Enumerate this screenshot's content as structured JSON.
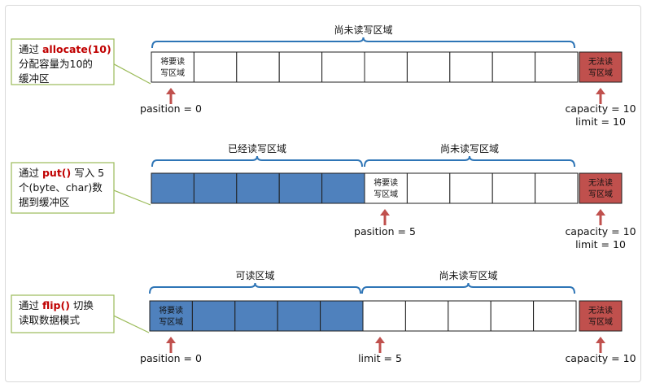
{
  "colors": {
    "brace": "#2e75b6",
    "filled": "#4f81bd",
    "locked": "#c0504d",
    "arrow": "#c0504d",
    "note_border": "#9bbb59",
    "highlight_text": "#c00000"
  },
  "rows": [
    {
      "note": {
        "pre": "通过 ",
        "code": "allocate(10)",
        "post": "分配容量为10的缓冲区"
      },
      "note_lines": [
        [
          {
            "t": "通过 "
          },
          {
            "t": "allocate(10)",
            "red": true
          }
        ],
        [
          {
            "t": "分配容量为10的"
          }
        ],
        [
          {
            "t": "缓冲区"
          }
        ]
      ],
      "braces": [
        {
          "label": "尚未读写区域"
        }
      ],
      "first_cell": {
        "line1": "将要读",
        "line2": "写区域"
      },
      "filled_cells": 0,
      "locked_cell": {
        "line1": "无法读",
        "line2": "写区域"
      },
      "pointers": [
        {
          "lines": [
            "pasition = 0"
          ]
        },
        {
          "lines": [
            "capacity = 10",
            "limit = 10"
          ]
        }
      ]
    },
    {
      "note": {
        "pre": "通过 ",
        "code": "put()",
        "post": " 写入 5 个(byte、char)数据到缓冲区"
      },
      "note_lines": [
        [
          {
            "t": "通过 "
          },
          {
            "t": "put()",
            "red": true
          },
          {
            "t": " 写入 5"
          }
        ],
        [
          {
            "t": "个(byte、char)数"
          }
        ],
        [
          {
            "t": "据到缓冲区"
          }
        ]
      ],
      "braces": [
        {
          "label": "已经读写区域"
        },
        {
          "label": "尚未读写区域"
        }
      ],
      "first_cell": {
        "line1": "将要读",
        "line2": "写区域"
      },
      "filled_cells": 5,
      "locked_cell": {
        "line1": "无法读",
        "line2": "写区域"
      },
      "pointers": [
        {
          "lines": [
            "pasition = 5"
          ]
        },
        {
          "lines": [
            "capacity = 10",
            "limit = 10"
          ]
        }
      ]
    },
    {
      "note": {
        "pre": "通过 ",
        "code": "flip()",
        "post": " 切换读取数据模式"
      },
      "note_lines": [
        [
          {
            "t": "通过 "
          },
          {
            "t": "flip()",
            "red": true
          },
          {
            "t": " 切换"
          }
        ],
        [
          {
            "t": "读取数据模式"
          }
        ]
      ],
      "braces": [
        {
          "label": "可读区域"
        },
        {
          "label": "尚未读写区域"
        }
      ],
      "first_cell": {
        "line1": "将要读",
        "line2": "写区域"
      },
      "filled_cells": 5,
      "locked_cell": {
        "line1": "无法读",
        "line2": "写区域"
      },
      "pointers": [
        {
          "lines": [
            "pasition = 0"
          ]
        },
        {
          "lines": [
            "limit = 5"
          ]
        },
        {
          "lines": [
            "capacity = 10"
          ]
        }
      ]
    }
  ]
}
